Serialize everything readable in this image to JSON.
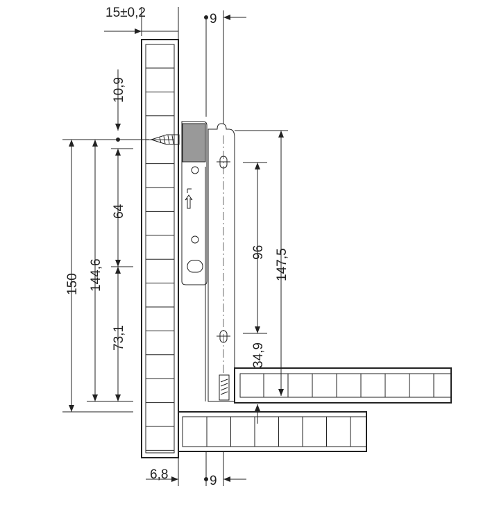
{
  "dimensions": {
    "front_thickness": "15±0,2",
    "top_offset": "9",
    "screw_offset": "10,9",
    "height_150": "150",
    "height_144_6": "144,6",
    "dist_64": "64",
    "dist_73_1": "73,1",
    "hole_spacing_96": "96",
    "runner_height": "147,5",
    "bottom_offset": "34,9",
    "bottom_gap": "6,8",
    "bottom_offset_9": "9"
  }
}
